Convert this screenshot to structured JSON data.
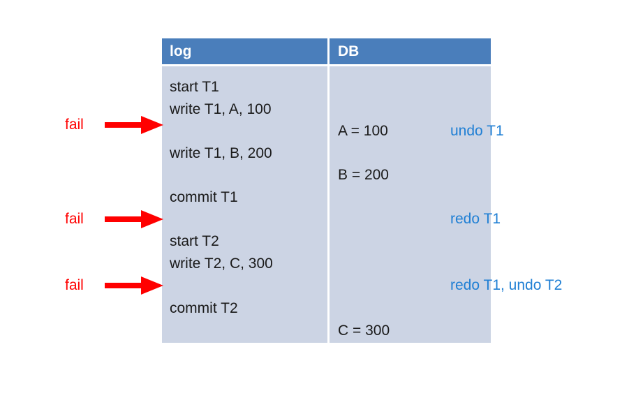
{
  "diagram": {
    "title_present": false,
    "colors": {
      "header_bg": "#4a7ebb",
      "header_text": "#ffffff",
      "body_bg": "#ccd4e4",
      "body_text": "#1a1a1a",
      "annotation_blue": "#1f7fd4",
      "fail_red": "#ff0000",
      "page_bg": "#ffffff",
      "divider": "#ffffff"
    }
  },
  "table": {
    "columns": [
      {
        "key": "log",
        "header": "log"
      },
      {
        "key": "db",
        "header": "DB"
      }
    ]
  },
  "log_entries": [
    {
      "text": "start T1"
    },
    {
      "text": "write T1, A, 100"
    },
    {
      "text": "write T1, B, 200"
    },
    {
      "text": "commit T1"
    },
    {
      "text": "start T2"
    },
    {
      "text": "write T2, C, 300"
    },
    {
      "text": "commit T2"
    }
  ],
  "db_values": [
    {
      "text": "A  =  100"
    },
    {
      "text": "B  =  200"
    },
    {
      "text": "C  =  300"
    }
  ],
  "annotations": [
    {
      "action": "undo",
      "target": "T1",
      "text": "undo T1"
    },
    {
      "action": "redo",
      "target": "T1",
      "text": "redo T1"
    },
    {
      "action": "redo-undo",
      "target": "T1, T2",
      "text": "redo T1, undo T2"
    }
  ],
  "fail_markers": [
    {
      "label": "fail",
      "icon": "arrow-right-icon"
    },
    {
      "label": "fail",
      "icon": "arrow-right-icon"
    },
    {
      "label": "fail",
      "icon": "arrow-right-icon"
    }
  ]
}
